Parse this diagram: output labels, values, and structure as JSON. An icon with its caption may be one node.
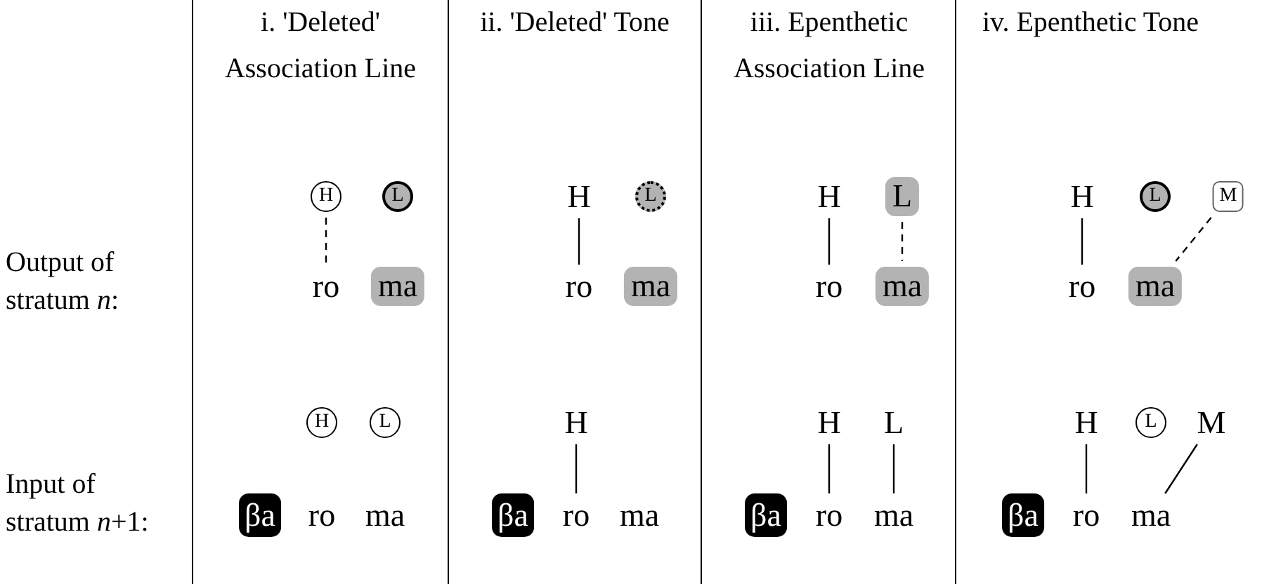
{
  "diagram": {
    "nodes": [
      {
        "text": [
          "H"
        ]
      },
      {
        "text": [
          "L"
        ]
      },
      {
        "text": [
          "ro"
        ]
      },
      {
        "text": [
          "ma"
        ]
      },
      {
        "text": [
          "H"
        ]
      },
      {
        "text": [
          "L"
        ]
      },
      {
        "text": [
          "ro"
        ]
      },
      {
        "text": [
          "ma"
        ]
      },
      {
        "text": [
          "H"
        ]
      },
      {
        "text": [
          "L"
        ]
      },
      {
        "text": [
          "ro"
        ]
      },
      {
        "text": [
          "ma"
        ]
      },
      {
        "text": [
          "H"
        ]
      },
      {
        "text": [
          "L"
        ]
      },
      {
        "text": [
          "M"
        ]
      },
      {
        "text": [
          "ro"
        ]
      },
      {
        "text": [
          "ma"
        ]
      },
      {
        "text": [
          "H"
        ]
      },
      {
        "text": [
          "L"
        ]
      },
      {
        "text": [
          "βa"
        ]
      },
      {
        "text": [
          "ro"
        ]
      },
      {
        "text": [
          "ma"
        ]
      },
      {
        "text": [
          "H"
        ]
      },
      {
        "text": [
          "βa"
        ]
      },
      {
        "text": [
          "ro"
        ]
      },
      {
        "text": [
          "ma"
        ]
      },
      {
        "text": [
          "H"
        ]
      },
      {
        "text": [
          "L"
        ]
      },
      {
        "text": [
          "βa"
        ]
      },
      {
        "text": [
          "ro"
        ]
      },
      {
        "text": [
          "ma"
        ]
      },
      {
        "text": [
          "H"
        ]
      },
      {
        "text": [
          "L"
        ]
      },
      {
        "text": [
          "M"
        ]
      },
      {
        "text": [
          "βa"
        ]
      },
      {
        "text": [
          "ro"
        ]
      },
      {
        "text": [
          "ma"
        ]
      }
    ],
    "edges": [
      {
        "from": 0,
        "to": 2,
        "arrow": "none",
        "style": "dashed"
      },
      {
        "from": 4,
        "to": 6,
        "arrow": "none"
      },
      {
        "from": 8,
        "to": 10,
        "arrow": "none"
      },
      {
        "from": 9,
        "to": 11,
        "arrow": "none",
        "style": "dashed"
      },
      {
        "from": 12,
        "to": 15,
        "arrow": "none"
      },
      {
        "from": 14,
        "to": 16,
        "arrow": "none",
        "style": "dashed"
      },
      {
        "from": 22,
        "to": 24,
        "arrow": "none"
      },
      {
        "from": 26,
        "to": 29,
        "arrow": "none"
      },
      {
        "from": 27,
        "to": 30,
        "arrow": "none"
      },
      {
        "from": 31,
        "to": 35,
        "arrow": "none"
      },
      {
        "from": 33,
        "to": 36,
        "arrow": "none"
      }
    ],
    "labels": [
      "i. 'Deleted' Association Line",
      "ii. 'Deleted' Tone",
      "iii. Epenthetic Association Line",
      "iv. Epenthetic Tone",
      "Output of stratum *n*:",
      "Input of stratum *n*+1:"
    ]
  }
}
